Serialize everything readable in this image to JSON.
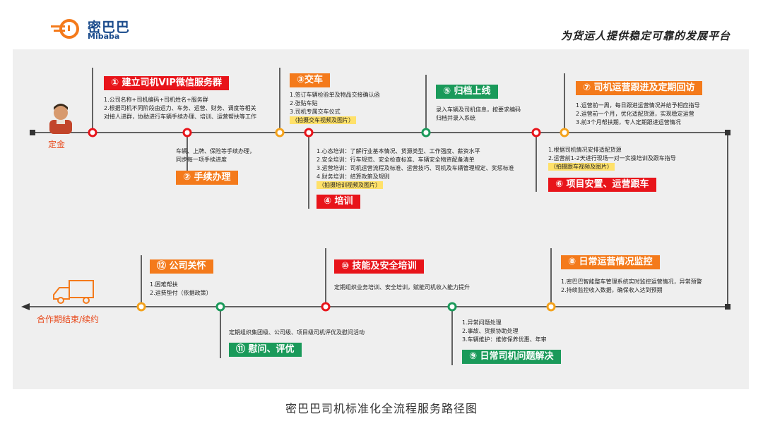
{
  "brand": {
    "name_cn": "密巴巴",
    "name_en": "Mibaba"
  },
  "slogan": "为货运人提供稳定可靠的发展平台",
  "caption": "密巴巴司机标准化全流程服务路径图",
  "start_label": "定金",
  "end_label": "合作期结束/续约",
  "colors": {
    "red": "#e8141a",
    "orange": "#f47a1b",
    "green": "#1a9a5a",
    "highlight": "#ffe16a"
  },
  "steps": [
    {
      "title": "① 建立司机VIP微信服务群",
      "lines": [
        "1.公司名称+司机编码+司机姓名+服务群",
        "2.根据司机不同阶段由运力、车务、运营、财务、调度等相关",
        "对接人进群，协助进行车辆手续办理、培训、运营帮扶等工作"
      ]
    },
    {
      "title": "② 手续办理",
      "lines": [
        "车辆、上牌、保险等手续办理，",
        "同步每一项手续进度"
      ]
    },
    {
      "title": "③交车",
      "lines": [
        "1.签订车辆检验单及物品交接确认函",
        "2.张贴车贴",
        "3.司机专属交车仪式"
      ],
      "note": "（拍摄交车视频及图片）"
    },
    {
      "title": "④ 培训",
      "lines": [
        "1.心态培训：了解行业基本情况、货源类型、工作强度、薪资水平",
        "2.安全培训：行车规范、安全检查标准、车辆安全物资配备清单",
        "3.运营培训：司机运营流程及标准、运营技巧、司机及车辆管理规定、奖惩标准",
        "4.财务培训：结算政策及规则"
      ],
      "note": "（拍摄培训视频及图片）"
    },
    {
      "title": "⑤ 归档上线",
      "lines": [
        "录入车辆及司机信息，按要求编码",
        "归档并录入系统"
      ]
    },
    {
      "title": "⑥ 项目安置、运营跟车",
      "lines": [
        "1.根据司机情况安排适配货源",
        "2.运营前1-2天进行现场一对一实操培训及跟车指导"
      ],
      "note": "（拍摄跟车视频及图片）"
    },
    {
      "title": "⑦ 司机运营跟进及定期回访",
      "lines": [
        "1.运营前一周，每日跟进运营情况并给予相应指导",
        "2.运营前一个月，优化适配货源，实现稳定运营",
        "3.前3个月帮扶期，专人定期跟进运营情况"
      ]
    },
    {
      "title": "⑧ 日常运营情况监控",
      "lines": [
        "1.密巴巴智能整车管理系统实时监控运营情况，异常预警",
        "2.持续监控收入数据，确保收入达到预期"
      ]
    },
    {
      "title": "⑨ 日常司机问题解决",
      "lines": [
        "1.异常问题处理",
        "2.事故、货损协助处理",
        "3.车辆维护：维修保养优惠、年审"
      ]
    },
    {
      "title": "⑩ 技能及安全培训",
      "lines": [
        "定期组织业务培训、安全培训，赋能司机收入能力提升"
      ]
    },
    {
      "title": "⑪ 慰问、评优",
      "lines": [
        "定期组织集团级、公司级、项目级司机评优及慰问活动"
      ]
    },
    {
      "title": "⑫ 公司关怀",
      "lines": [
        "1.困难帮扶",
        "2.运费垫付（依据政策）"
      ]
    }
  ]
}
